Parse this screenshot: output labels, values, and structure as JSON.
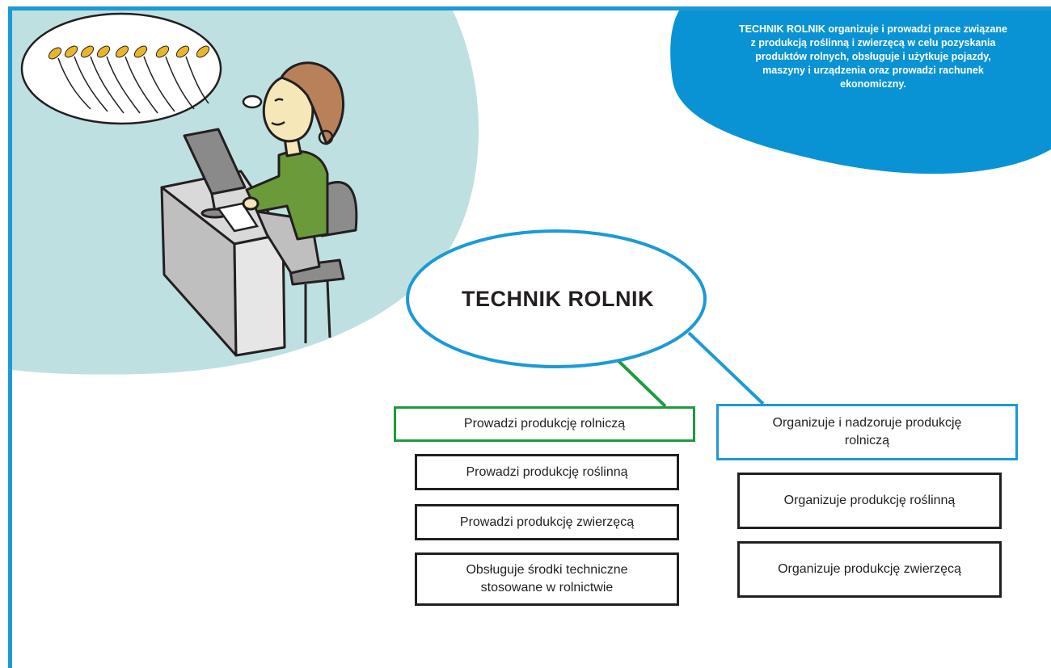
{
  "description": "TECHNIK ROLNIK organizuje i prowadzi prace związane\n z  produkcją roślinną i zwierzęcą w celu pozyskania\nproduktów rolnych, obsługuje i użytkuje pojazdy,\nmaszyny i urządzenia oraz prowadzi rachunek\nekonomiczny.",
  "title": "TECHNIK ROLNIK",
  "left_branch": {
    "header": "Prowadzi produkcję rolniczą",
    "items": [
      "Prowadzi produkcję roślinną",
      "Prowadzi produkcję zwierzęcą",
      "Obsługuje środki techniczne\nstosowane w rolnictwie"
    ]
  },
  "right_branch": {
    "header": "Organizuje i nadzoruje produkcję\nrolniczą",
    "items": [
      "Organizuje produkcję roślinną",
      "Organizuje produkcję zwierzęcą"
    ]
  },
  "colors": {
    "frame": "#1b9ad6",
    "blob": "#bfe0e0",
    "left_branch": "#1e9a3e",
    "right_branch": "#1b9ad6"
  }
}
